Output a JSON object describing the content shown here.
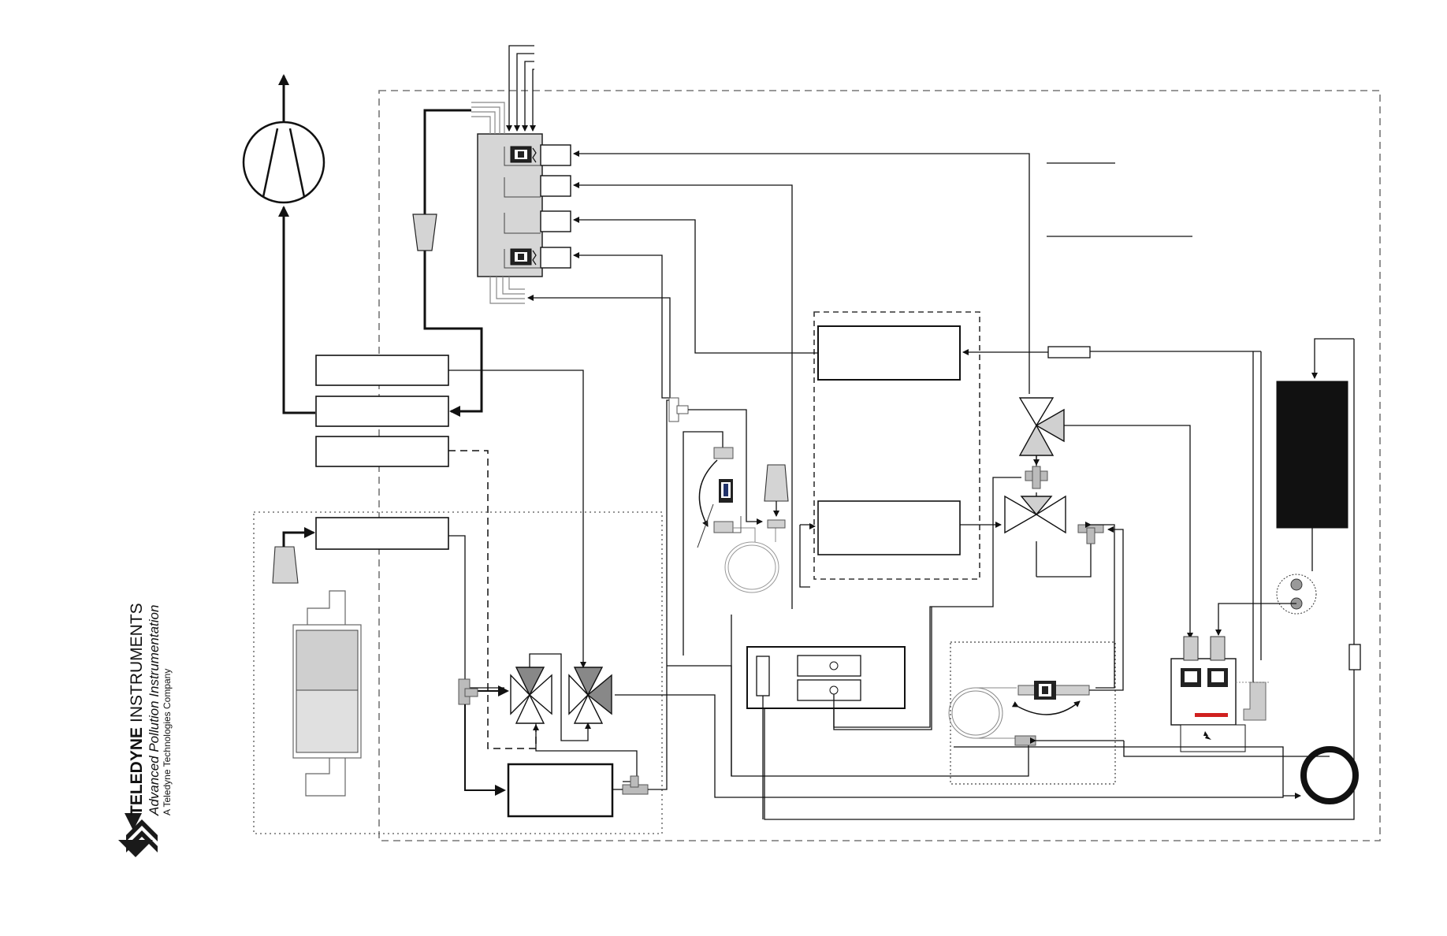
{
  "logo": {
    "brand_bold": "TELEDYNE",
    "brand_light": "INSTRUMENTS",
    "tagline": "Advanced Pollution Instrumentation",
    "subline": "A Teledyne Technologies Company",
    "color": "#1a1a1a"
  },
  "colors": {
    "line": "#111111",
    "dashed_box": "#777777",
    "gray_fill": "#bdbdbd",
    "light_gray": "#d8d8d8",
    "mid_gray": "#8c8c8c",
    "dark_block": "#111111",
    "accent_red": "#d0201f"
  }
}
